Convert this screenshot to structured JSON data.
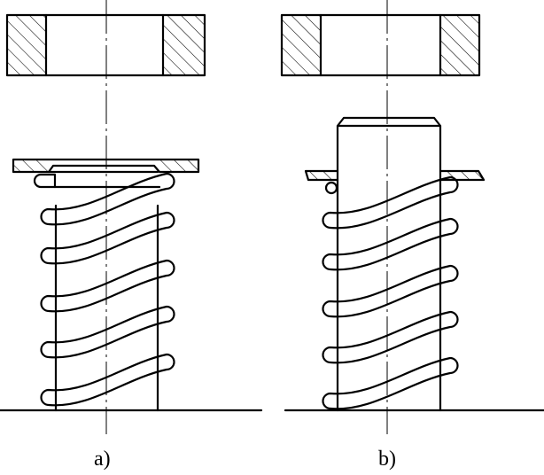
{
  "figure": {
    "panels": [
      {
        "id": "a",
        "caption": "a)"
      },
      {
        "id": "b",
        "caption": "b)"
      }
    ],
    "colors": {
      "line": "#000000",
      "background": "#ffffff"
    }
  }
}
